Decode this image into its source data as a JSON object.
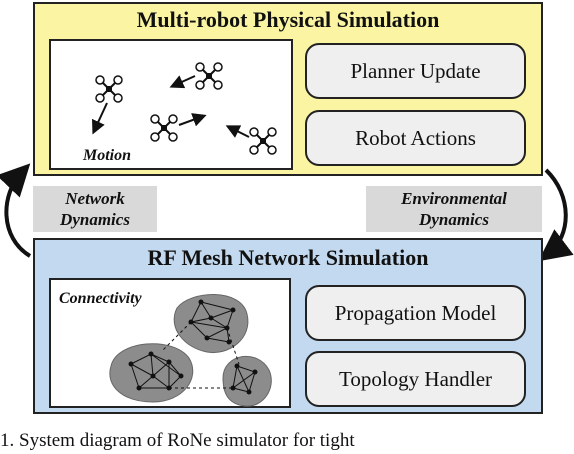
{
  "physical": {
    "title": "Multi-robot Physical Simulation",
    "inset_label": "Motion",
    "modules": [
      "Planner Update",
      "Robot Actions"
    ]
  },
  "network": {
    "title": "RF Mesh Network Simulation",
    "inset_label": "Connectivity",
    "modules": [
      "Propagation Model",
      "Topology Handler"
    ]
  },
  "links": {
    "left_label": "Network Dynamics",
    "right_label": "Environmental Dynamics"
  },
  "caption": "1.  System diagram of  RoNe  simulator for  tight",
  "colors": {
    "physical_bg": "#fbf5a3",
    "network_bg": "#c2d9ef",
    "module_bg": "#efefef",
    "label_bg": "#d9d9d9",
    "cluster_fill": "#8c8c8c"
  }
}
